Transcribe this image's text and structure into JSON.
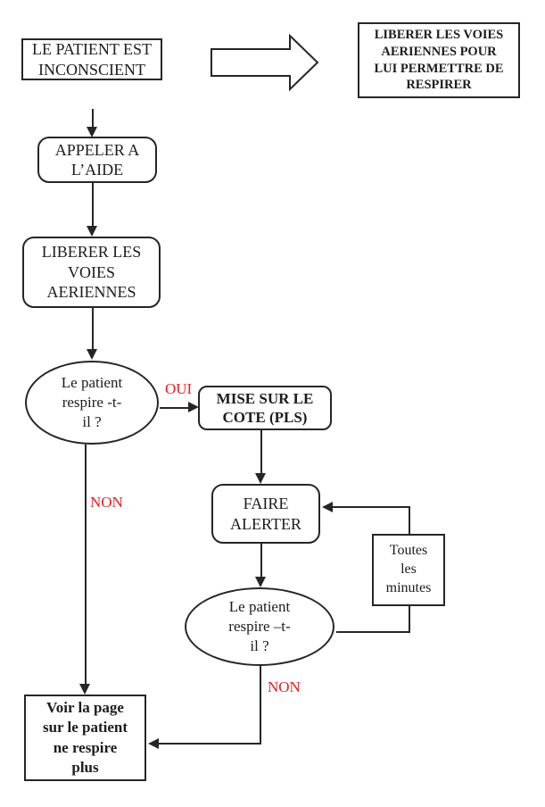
{
  "colors": {
    "edge_label_red": "#ee1b1e",
    "line_black": "#262626"
  },
  "nodes": {
    "start": {
      "lines": [
        "LE PATIENT EST",
        "INCONSCIENT"
      ]
    },
    "note": {
      "lines": [
        "LIBERER LES VOIES",
        "AERIENNES POUR",
        "LUI PERMETTRE DE",
        "RESPIRER"
      ]
    },
    "call_help": {
      "lines": [
        "APPELER A",
        "L’AIDE"
      ]
    },
    "airways": {
      "lines": [
        "LIBERER LES",
        "VOIES",
        "AERIENNES"
      ]
    },
    "breath1": {
      "lines": [
        "Le patient",
        "respire -t-",
        "il ?"
      ]
    },
    "pls": {
      "lines": [
        "MISE SUR LE",
        "COTE (PLS)"
      ]
    },
    "alert": {
      "lines": [
        "FAIRE",
        "ALERTER"
      ]
    },
    "minutes": {
      "lines": [
        "Toutes",
        "les",
        "minutes"
      ]
    },
    "breath2": {
      "lines": [
        "Le patient",
        "respire –t-",
        "il ?"
      ]
    },
    "see_page": {
      "lines": [
        "Voir la page",
        "sur le patient",
        "ne respire",
        "plus"
      ]
    }
  },
  "labels": {
    "oui": "OUI",
    "non_left": "NON",
    "non_bottom": "NON"
  }
}
